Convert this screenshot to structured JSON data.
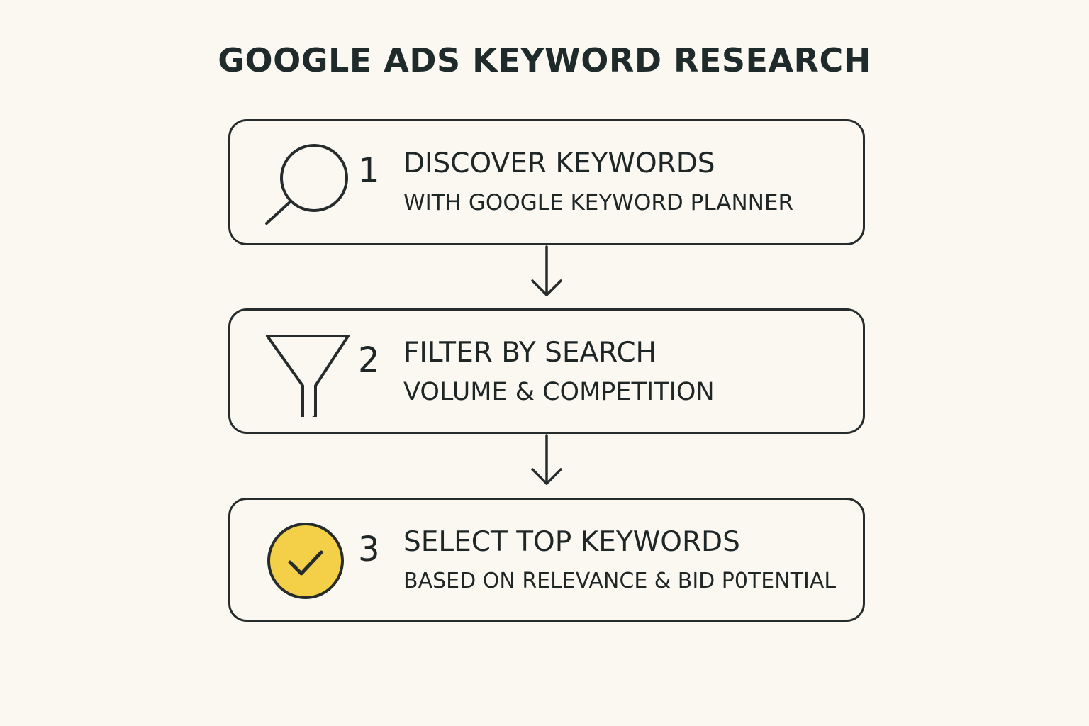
{
  "title": "GOOGLE ADS KEYWORD RESEARCH",
  "steps": [
    {
      "number": "1",
      "title": "DISCOVER KEYWORDS",
      "subtitle": "WITH GOOGLE KEYWORD PLANNER",
      "icon": "magnifier-icon"
    },
    {
      "number": "2",
      "title": "FILTER BY SEARCH",
      "subtitle": "VOLUME & COMPETITION",
      "icon": "funnel-icon"
    },
    {
      "number": "3",
      "title": "SELECT TOP KEYWORDS",
      "subtitle": "BASED ON RELEVANCE & BID P0TENTIAL",
      "icon": "check-circle-icon"
    }
  ],
  "colors": {
    "background": "#fbf8f2",
    "stroke": "#262c2c",
    "accent": "#f4cf48"
  }
}
